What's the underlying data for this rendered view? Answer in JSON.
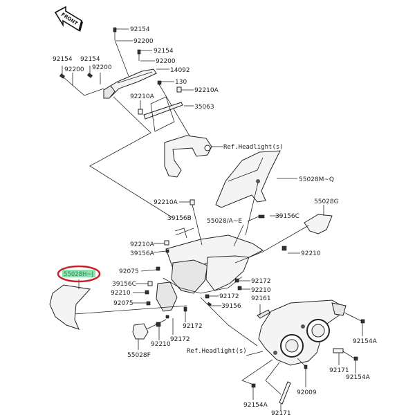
{
  "diagram": {
    "front_indicator": "FRONT",
    "highlight": {
      "part": "55028H~J",
      "highlight_color": "#8fe0b0",
      "ring_color": "#c8202a"
    },
    "labels": [
      {
        "id": "l1",
        "text": "92154"
      },
      {
        "id": "l2",
        "text": "92200"
      },
      {
        "id": "l3",
        "text": "92154"
      },
      {
        "id": "l4",
        "text": "92200"
      },
      {
        "id": "l5",
        "text": "14092"
      },
      {
        "id": "l6",
        "text": "92154"
      },
      {
        "id": "l7",
        "text": "92200"
      },
      {
        "id": "l8",
        "text": "92154"
      },
      {
        "id": "l9",
        "text": "92200"
      },
      {
        "id": "l10",
        "text": "130"
      },
      {
        "id": "l11",
        "text": "92210A"
      },
      {
        "id": "l12",
        "text": "92210A"
      },
      {
        "id": "l13",
        "text": "35063"
      },
      {
        "id": "l14",
        "text": "Ref.Headlight(s)"
      },
      {
        "id": "l15",
        "text": "55028M~Q"
      },
      {
        "id": "l16",
        "text": "92210A"
      },
      {
        "id": "l17",
        "text": "55028G"
      },
      {
        "id": "l18",
        "text": "39156B"
      },
      {
        "id": "l19",
        "text": "55028/A~E"
      },
      {
        "id": "l20",
        "text": "39156C"
      },
      {
        "id": "l21",
        "text": "92210A"
      },
      {
        "id": "l22",
        "text": "39156A"
      },
      {
        "id": "l23",
        "text": "92210"
      },
      {
        "id": "l24",
        "text": "92075"
      },
      {
        "id": "l25",
        "text": "39156C"
      },
      {
        "id": "l26",
        "text": "92210"
      },
      {
        "id": "l27",
        "text": "92075"
      },
      {
        "id": "l28",
        "text": "92172"
      },
      {
        "id": "l29",
        "text": "92210"
      },
      {
        "id": "l30",
        "text": "92172"
      },
      {
        "id": "l31",
        "text": "39156"
      },
      {
        "id": "l32",
        "text": "92161"
      },
      {
        "id": "l33",
        "text": "92172"
      },
      {
        "id": "l34",
        "text": "92172"
      },
      {
        "id": "l35",
        "text": "92210"
      },
      {
        "id": "l36",
        "text": "55028F"
      },
      {
        "id": "l37",
        "text": "Ref.Headlight(s)"
      },
      {
        "id": "l38",
        "text": "92154A"
      },
      {
        "id": "l39",
        "text": "92171"
      },
      {
        "id": "l40",
        "text": "92154A"
      },
      {
        "id": "l41",
        "text": "92009"
      },
      {
        "id": "l42",
        "text": "92154A"
      },
      {
        "id": "l43",
        "text": "92171"
      }
    ]
  }
}
